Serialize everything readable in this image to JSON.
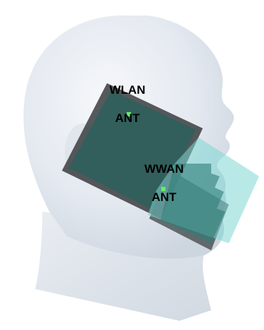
{
  "figure": {
    "subject": "head-model",
    "colors": {
      "background": "#ffffff",
      "head_light": "#f4f6f9",
      "head_mid": "#e3e8ef",
      "head_dark": "#c9d1dc",
      "device_dark": "#3a3d3f",
      "device_teal": "#2f7d78",
      "device_cyan": "#7ed7d3",
      "marker": "#66ee66"
    }
  },
  "labels": {
    "wlan_line1": "WLAN",
    "wlan_line2": "ANT",
    "wwan_line1": "WWAN",
    "wwan_line2": "ANT"
  },
  "markers": [
    {
      "name": "wlan-antenna-point",
      "color": "#66ee66"
    },
    {
      "name": "wwan-antenna-point",
      "color": "#66ee66"
    }
  ]
}
